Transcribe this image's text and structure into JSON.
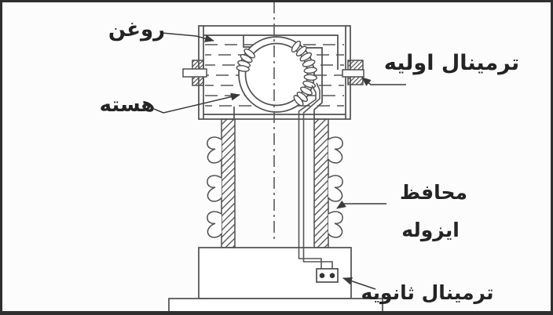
{
  "labels": {
    "oil": "روغن",
    "core": "هسته",
    "primary_terminal": "ترمینال اولیه",
    "guard_line1": "محافظ",
    "guard_line2": "ایزوله",
    "secondary_terminal": "ترمینال ثانویه"
  },
  "colors": {
    "line": "#4f4f4f",
    "leader": "#3a3a3a",
    "text": "#242424",
    "border": "#2f2f2f",
    "background": "#fcfcfc"
  },
  "figure": {
    "type": "technical-cross-section",
    "subject": "oil-filled instrument transformer with toroidal core, primary bushing terminals, insulated guard column and secondary terminal box"
  }
}
